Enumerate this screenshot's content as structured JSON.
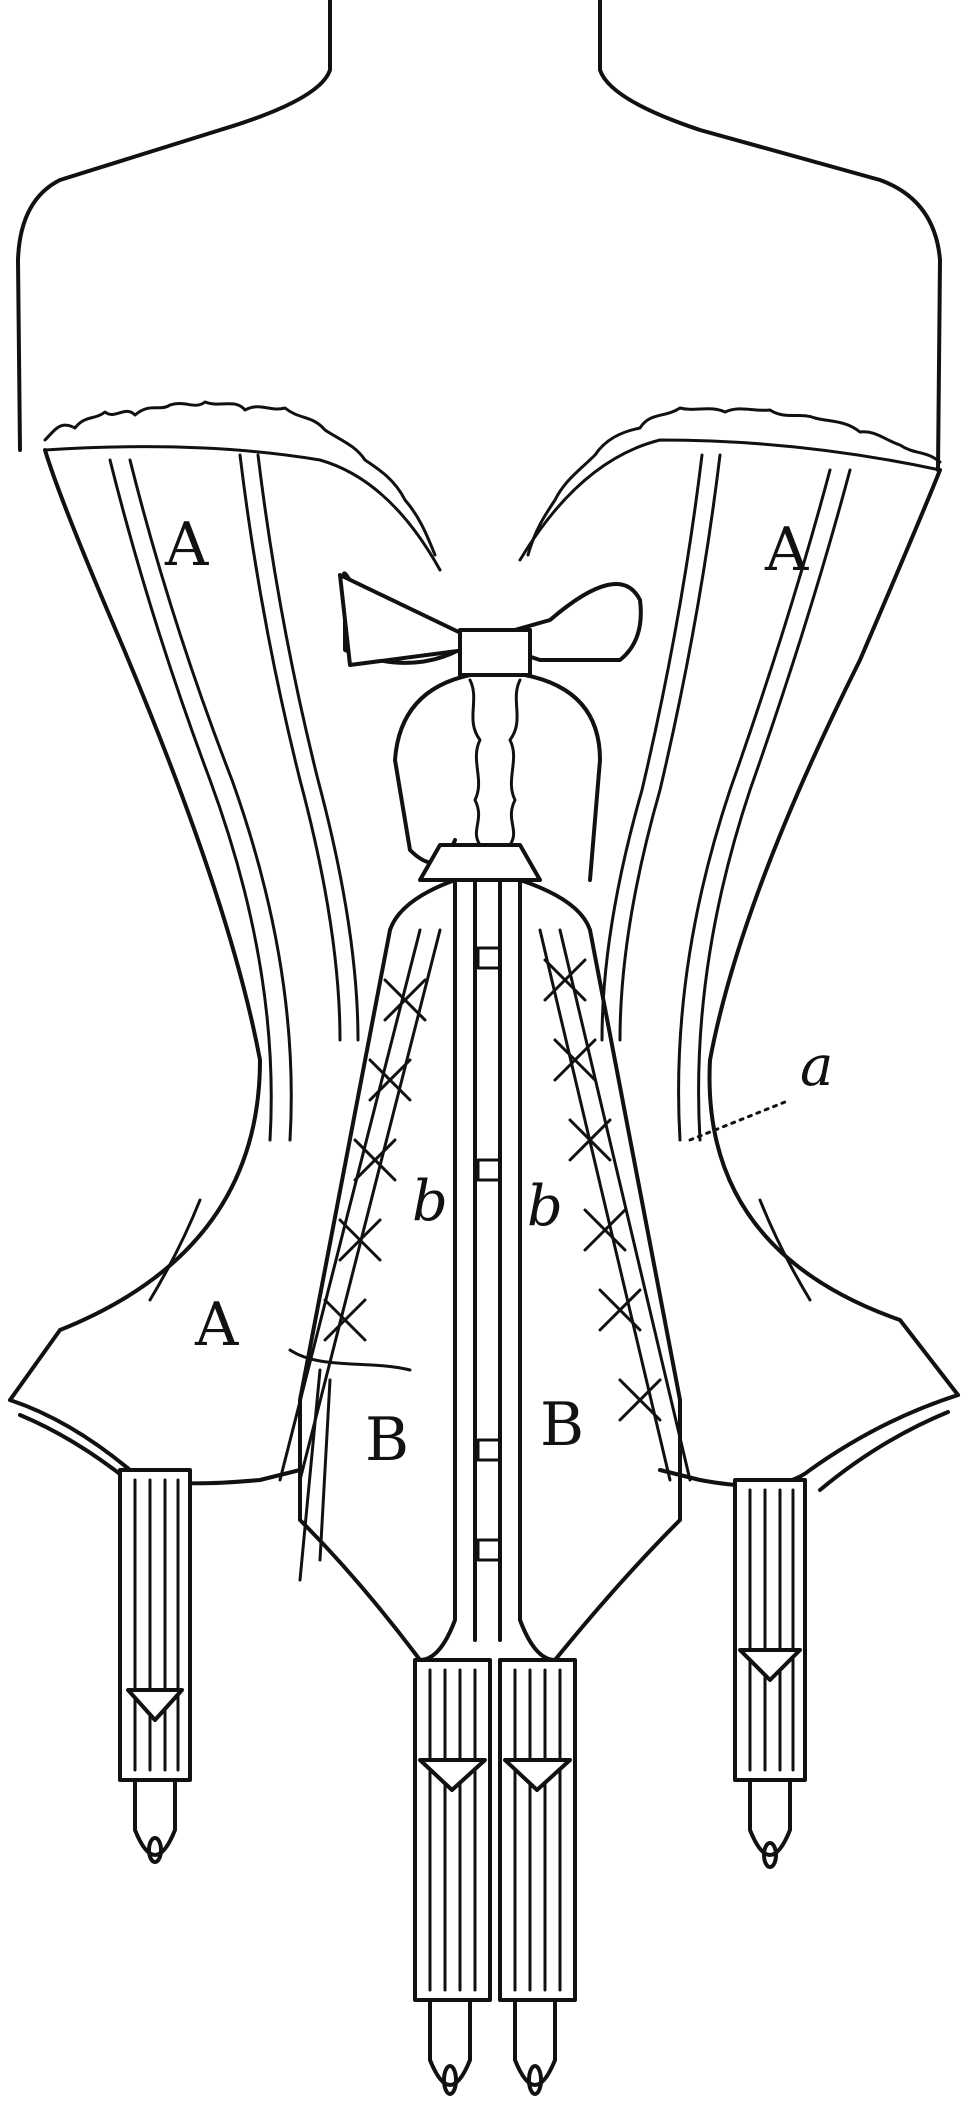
{
  "figure": {
    "labels": {
      "panel_a_left_top": "A",
      "panel_a_right_top": "A",
      "panel_a_left_bottom": "A",
      "panel_b_left": "B",
      "panel_b_right": "B",
      "lace_b_left": "b",
      "lace_b_right": "b",
      "pointer_a": "a"
    },
    "colors": {
      "ink": "#111111",
      "paper": "#ffffff"
    }
  }
}
